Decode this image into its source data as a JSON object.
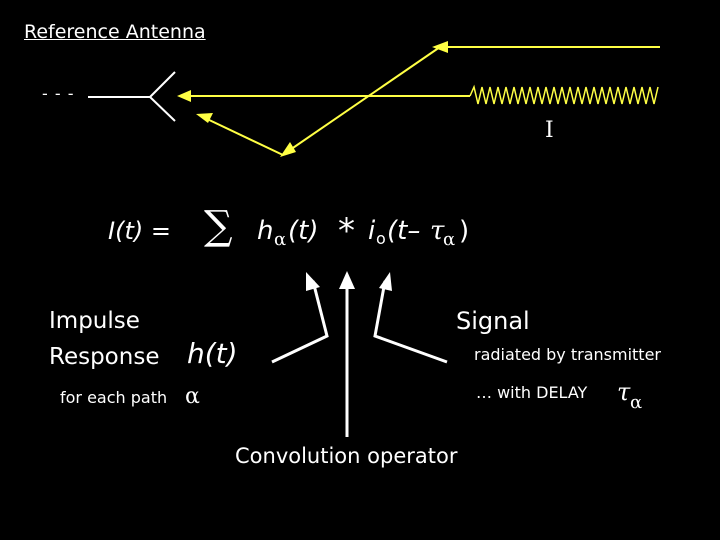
{
  "header": {
    "reference_antenna": "Reference Antenna",
    "dashes": "- - -"
  },
  "incoming_signal_label": "I",
  "equation": {
    "lhs": "I(t) =",
    "sum": "∑",
    "h": "h",
    "h_sub": "α",
    "h_arg": "(t)",
    "conv": "*",
    "i": "i",
    "i_sub": "o",
    "i_arg_open": "(t–",
    "tau": "τ",
    "tau_sub": "α",
    "close": ")"
  },
  "impulse": {
    "line1": "Impulse",
    "line2": "Response",
    "ht": "h(t)",
    "path_text": "for each path",
    "path_symbol": "α"
  },
  "signal": {
    "title": "Signal",
    "radiated": "radiated by transmitter",
    "delay": "… with DELAY",
    "tau": "τ",
    "tau_sub": "α"
  },
  "convolution_label": "Convolution operator",
  "colors": {
    "background": "#000000",
    "text": "#ffffff",
    "path": "#ffff44"
  }
}
